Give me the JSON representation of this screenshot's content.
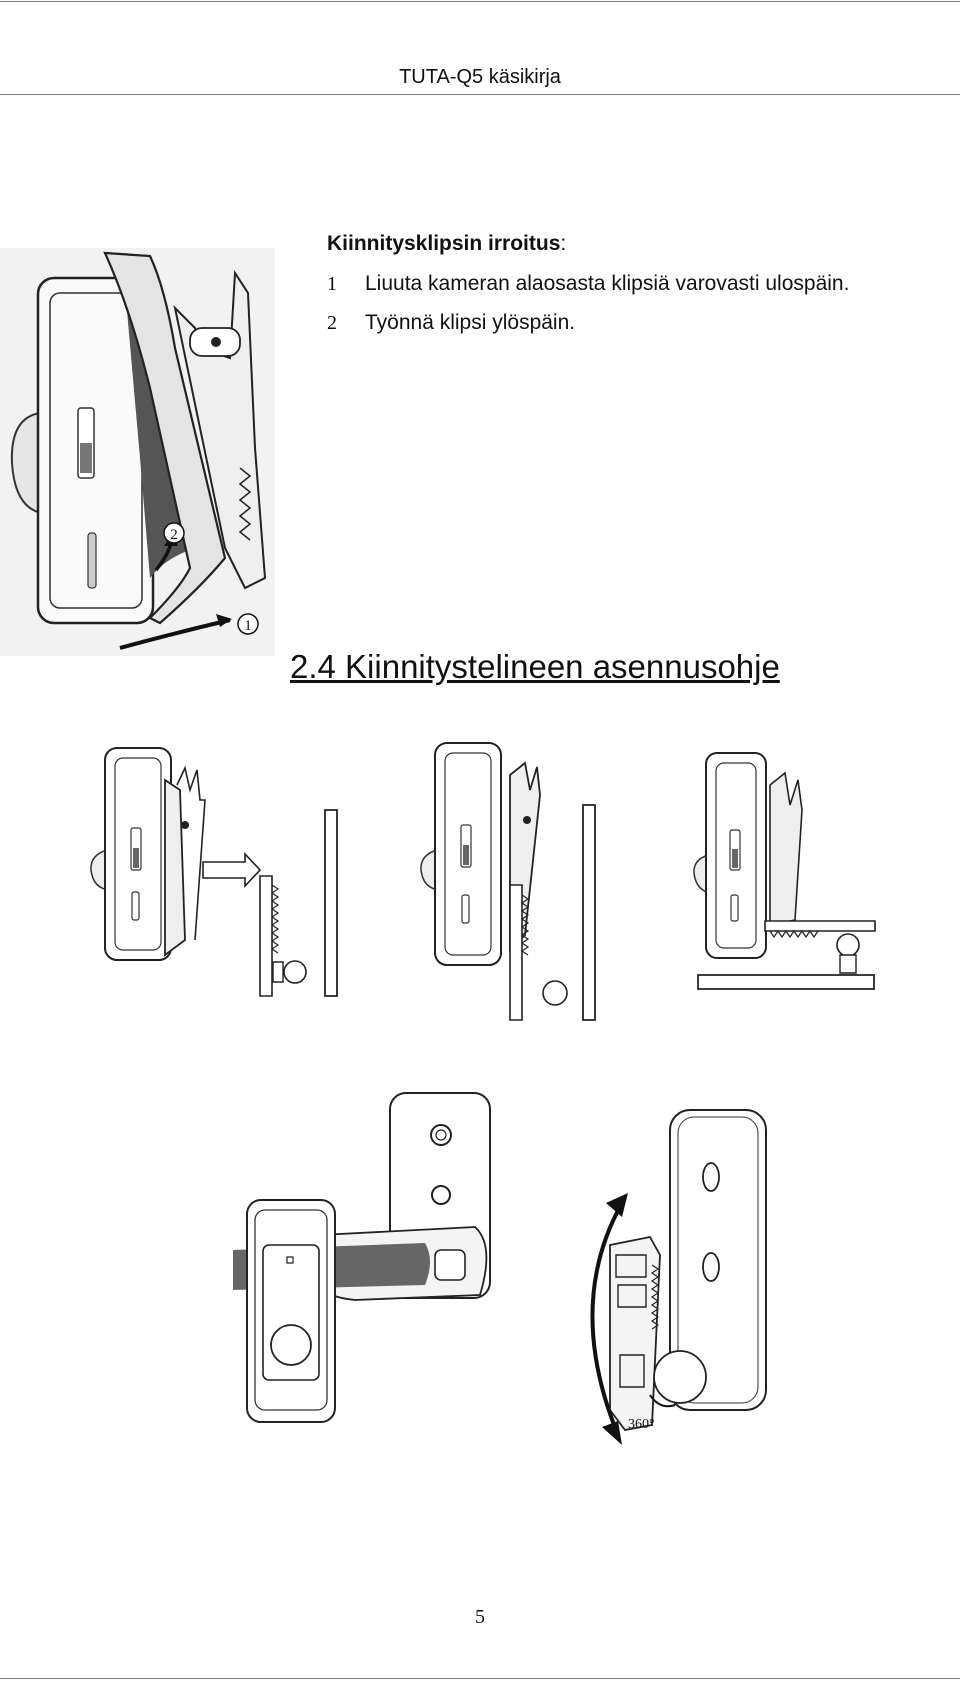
{
  "header": {
    "title": "TUTA-Q5 käsikirja"
  },
  "clip_removal": {
    "title_bold": "Kiinnitysklipsin irroitus",
    "title_suffix": ":",
    "steps": [
      {
        "number": "1",
        "text": "Liuuta kameran alaosasta klipsiä varovasti ulospäin."
      },
      {
        "number": "2",
        "text": "Työnnä klipsi ylöspäin."
      }
    ],
    "figure_markers": [
      "1",
      "2"
    ]
  },
  "section": {
    "title": "2.4 Kiinnitystelineen asennusohje"
  },
  "rotation_figure": {
    "label": "360°"
  },
  "footer": {
    "page_number": "5"
  }
}
